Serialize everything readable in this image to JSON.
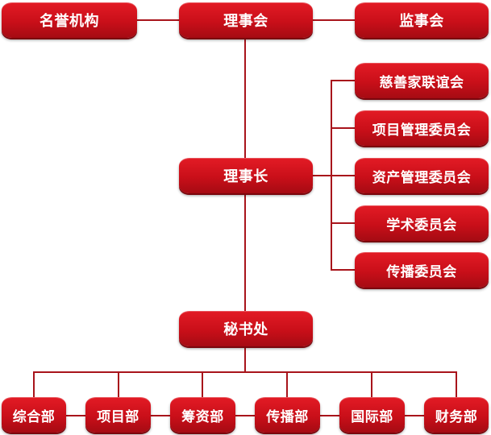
{
  "nodes": {
    "honorary": "名誉机构",
    "council": "理事会",
    "supervisors": "监事会",
    "chairman": "理事长",
    "charity_alliance": "慈善家联谊会",
    "project_mgmt_committee": "项目管理委员会",
    "asset_mgmt_committee": "资产管理委员会",
    "academic_committee": "学术委员会",
    "communication_committee": "传播委员会",
    "secretariat": "秘书处",
    "departments": [
      "综合部",
      "项目部",
      "筹资部",
      "传播部",
      "国际部",
      "财务部"
    ]
  },
  "colors": {
    "box_fill": "#d4121c",
    "connector": "#a8141b",
    "text": "#ffffff"
  }
}
